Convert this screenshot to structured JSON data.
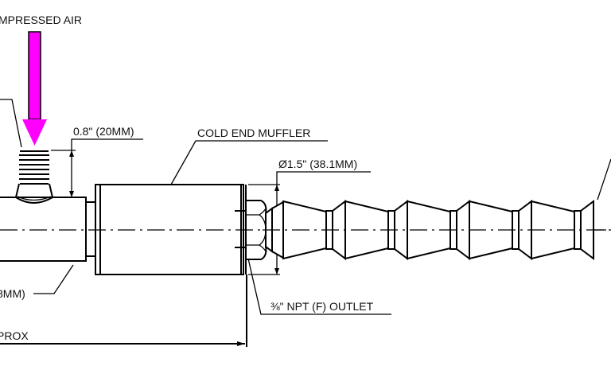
{
  "drawing": {
    "labels": {
      "compressed_air": "MPRESSED AIR",
      "inlet_height": "0.8\" (20MM)",
      "cold_end_muffler": "COLD END MUFFLER",
      "muffler_diameter": "Ø1.5\" (38.1MM)",
      "body_diameter_partial": "8MM)",
      "outlet": "⅜\" NPT (F) OUTLET",
      "approx_partial": "PROX"
    },
    "colors": {
      "arrow": "#ff00ff",
      "line": "#000000",
      "background": "#ffffff"
    },
    "hose_segments": 5
  }
}
